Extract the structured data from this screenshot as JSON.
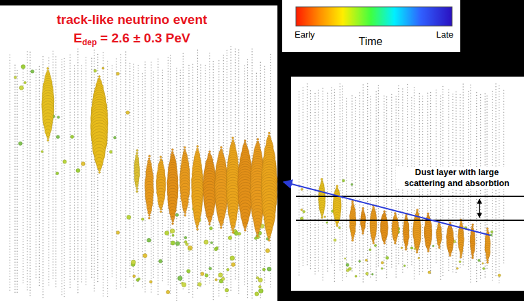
{
  "diagram": {
    "title": "track-like neutrino event",
    "labels": [
      "E",
      "dep",
      "= 2.6 ± 0.3 PeV",
      "Early",
      "Late",
      "Time",
      "Dust layer with large scattering and absorbtion"
    ]
  }
}
